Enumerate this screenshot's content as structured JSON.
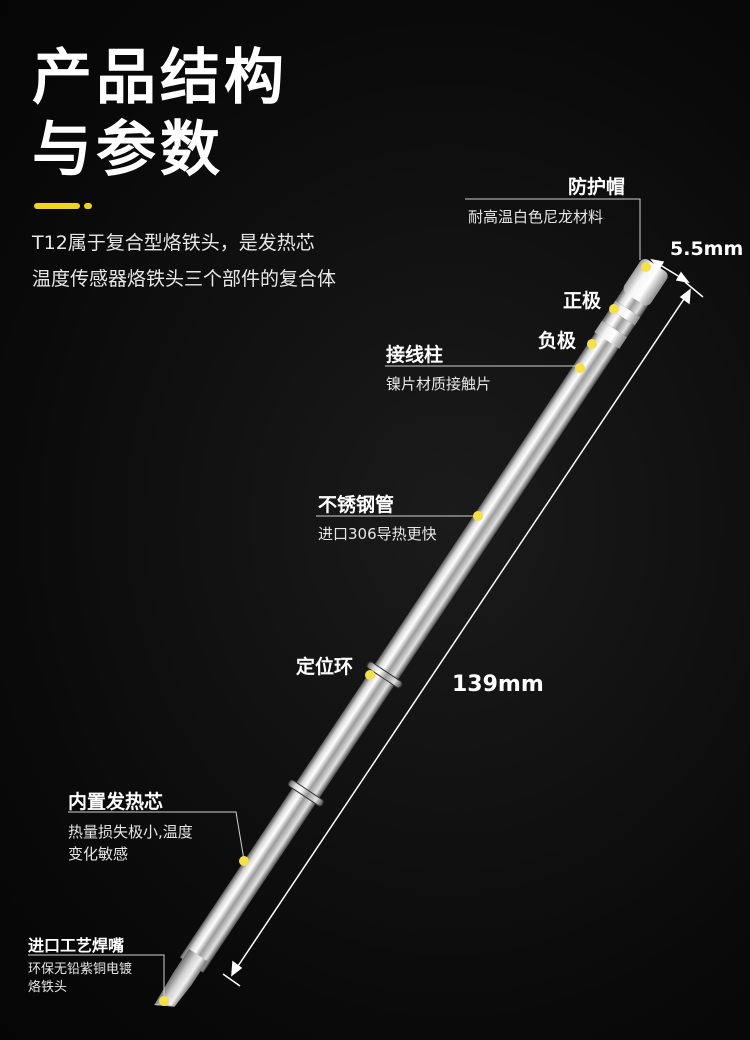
{
  "header": {
    "title_line1": "产品结构",
    "title_line2": "与参数",
    "intro_line1": "T12属于复合型烙铁头，是发热芯",
    "intro_line2": "温度传感器烙铁头三个部件的复合体"
  },
  "callouts": {
    "cap_title": "防护帽",
    "cap_desc": "耐高温白色尼龙材料",
    "positive": "正极",
    "negative": "负极",
    "terminal_title": "接线柱",
    "terminal_desc": "镍片材质接触片",
    "tube_title": "不锈钢管",
    "tube_desc": "进口306导热更快",
    "ring_title": "定位环",
    "core_title": "内置发热芯",
    "core_desc_line1": "热量损失极小,温度",
    "core_desc_line2": "变化敏感",
    "tip_title": "进口工艺焊嘴",
    "tip_desc_line1": "环保无铅紫铜电镀",
    "tip_desc_line2": "烙铁头"
  },
  "dimensions": {
    "diameter": "5.5mm",
    "length": "139mm"
  },
  "colors": {
    "accent": "#f2d21c",
    "background": "#0b0b0b",
    "marker": "#f5e04a"
  }
}
